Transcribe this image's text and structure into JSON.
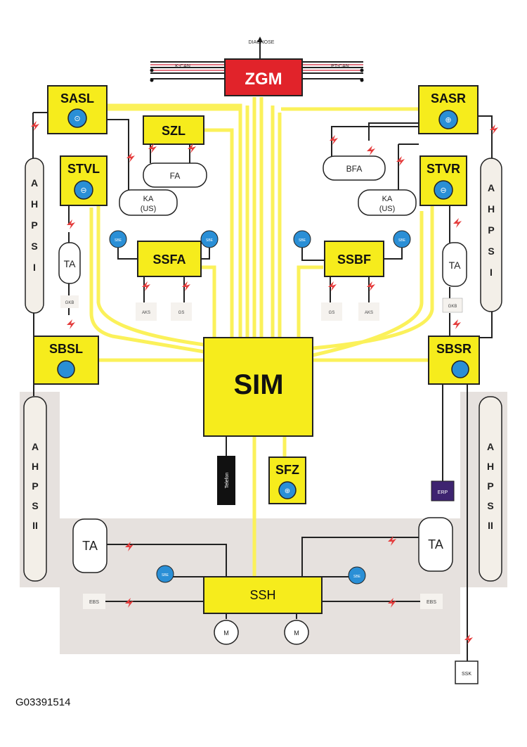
{
  "modules": {
    "zgm": "ZGM",
    "sasl": "SASL",
    "sasr": "SASR",
    "szl": "SZL",
    "stvl": "STVL",
    "stvr": "STVR",
    "ssfa": "SSFA",
    "ssbf": "SSBF",
    "sbsl": "SBSL",
    "sbsr": "SBSR",
    "sim": "SIM",
    "sfz": "SFZ",
    "ssh": "SSH"
  },
  "bus": {
    "diagnose": "DIAGNOSE",
    "k_can": "K-CAN",
    "pt_can": "PT-CAN"
  },
  "sensors": {
    "fa": "FA",
    "bfa": "BFA",
    "ka_us_left_line1": "KA",
    "ka_us_left_line2": "(US)",
    "ka_us_right_line1": "KA",
    "ka_us_right_line2": "(US)",
    "ta": "TA",
    "gkb": "GKB",
    "aks": "AKS",
    "gs": "GS",
    "ebs": "EBS",
    "ssk": "SSK",
    "m": "M",
    "erp": "ERP",
    "telefon": "Telefon",
    "sbe": "SBE",
    "ahps_upper_letters": "AHPSI",
    "ahps_lower_letters": [
      "A",
      "H",
      "P",
      "S",
      "II"
    ]
  },
  "figure_id": "G03391514",
  "colors": {
    "module_fill": "#f6ec1c",
    "bus_line": "#fbf15a",
    "zgm_fill": "#e1232a",
    "sensor_blue": "#2a8fd6",
    "crash_red": "#e43c3c",
    "shade": "#e6e1de",
    "erp_fill": "#3e2470",
    "telefon_fill": "#111111"
  }
}
